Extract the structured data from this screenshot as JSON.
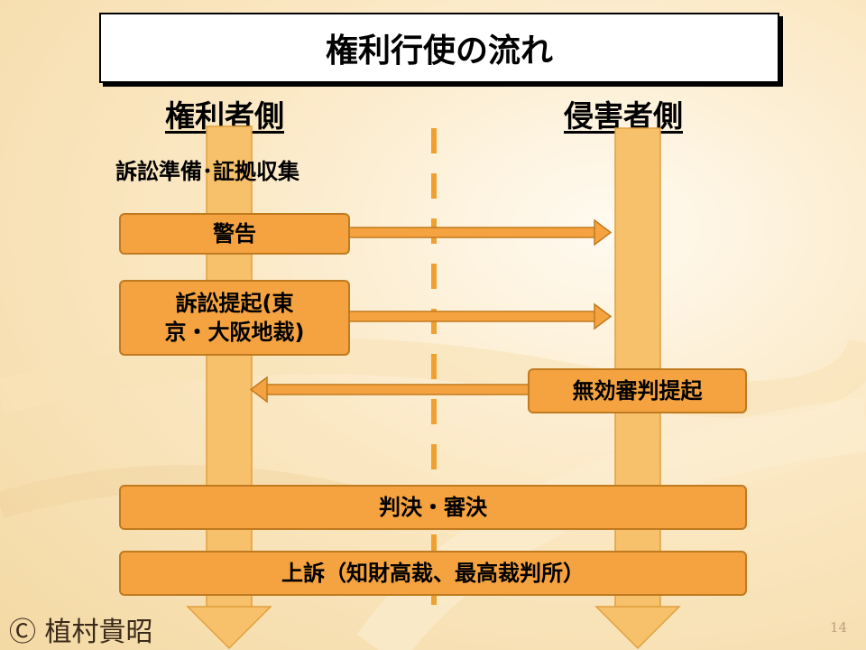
{
  "slide": {
    "title": "権利行使の流れ",
    "page_number": "14"
  },
  "left_side": {
    "label": "権利者側"
  },
  "right_side": {
    "label": "侵害者側"
  },
  "prep_text": "訴訟準備･証拠収集",
  "steps": {
    "warning": "警告",
    "lawsuit_line1": "訴訟提起(東",
    "lawsuit_line2": "京・大阪地裁)",
    "invalidation": "無効審判提起",
    "judgment": "判決・審決",
    "appeal": "上訴（知財高裁、最高裁判所）"
  },
  "footer": {
    "copyright": "Ⓒ 植村貴昭"
  },
  "colors": {
    "box_fill": "#f5a340",
    "box_border": "#c07a1f",
    "lane_fill": "#f7c06a",
    "divider": "#f0a030"
  }
}
